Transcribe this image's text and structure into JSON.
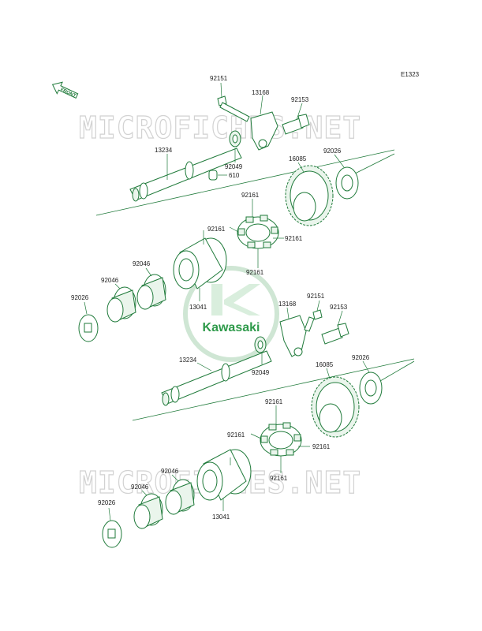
{
  "diagram_code": "E1323",
  "front_label": "FRONT",
  "watermark": "MICROFICHES.NET",
  "logo_text": "Kawasaki",
  "colors": {
    "line": "#1f7a3a",
    "logo": "#2e9a4a",
    "watermark": "#d2d2d2"
  },
  "parts": {
    "p92151_a": "92151",
    "p13168_a": "13168",
    "p92153_a": "92153",
    "p13234_a": "13234",
    "p92049_a": "92049",
    "p610_a": "610",
    "p16085_a": "16085",
    "p92026_a": "92026",
    "p92161_a1": "92161",
    "p92161_a2": "92161",
    "p92161_a3": "92161",
    "p92161_a4": "92161",
    "p92046_a1": "92046",
    "p92046_a2": "92046",
    "p92026_b": "92026",
    "p13041_a": "13041",
    "p92151_b": "92151",
    "p13168_b": "13168",
    "p92153_b": "92153",
    "p13234_b": "13234",
    "p92049_b": "92049",
    "p16085_b": "16085",
    "p92026_c": "92026",
    "p92161_b1": "92161",
    "p92161_b2": "92161",
    "p92161_b3": "92161",
    "p92161_b4": "92161",
    "p92046_b1": "92046",
    "p92046_b2": "92046",
    "p92026_d": "92026",
    "p13041_b": "13041"
  }
}
